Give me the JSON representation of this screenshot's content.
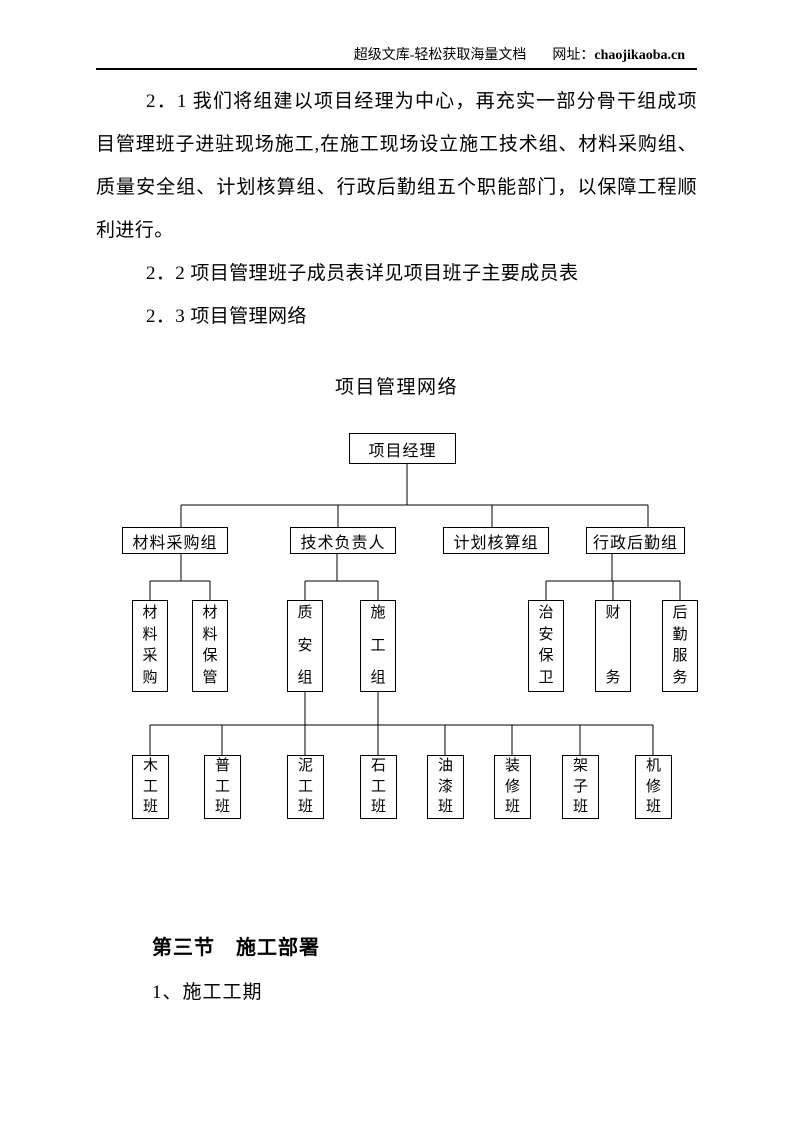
{
  "colors": {
    "text": "#000000",
    "background": "#ffffff",
    "line": "#000000"
  },
  "header": {
    "brand": "超级文库-轻松获取海量文档",
    "addr_label": "网址：",
    "addr": "chaojikaoba.cn"
  },
  "body_text": {
    "para_2_1_lines": [
      "2．1 我们将组建以项目经理为中心，再充实一部分骨干组成项",
      "目管理班子进驻现场施工,在施工现场设立施工技术组、材料采购组、",
      "质量安全组、计划核算组、行政后勤组五个职能部门，以保障工程顺",
      "利进行。"
    ],
    "para_2_2": "2．2 项目管理班子成员表详见项目班子主要成员表",
    "para_2_3": "2．3 项目管理网络"
  },
  "chart": {
    "title": "项目管理网络",
    "root": "项目经理",
    "departments": [
      "材料采购组",
      "技术负责人",
      "计划核算组",
      "行政后勤组"
    ],
    "subgroups": [
      "材料采购",
      "材料保管",
      "质安组",
      "施工组",
      "治安保卫",
      "财务",
      "后勤服务"
    ],
    "teams": [
      "木工班",
      "普工班",
      "泥工班",
      "石工班",
      "油漆班",
      "装修班",
      "架子班",
      "机修班"
    ]
  },
  "bottom": {
    "section_heading": "第三节　施工部署",
    "item_1": "1、施工工期"
  }
}
